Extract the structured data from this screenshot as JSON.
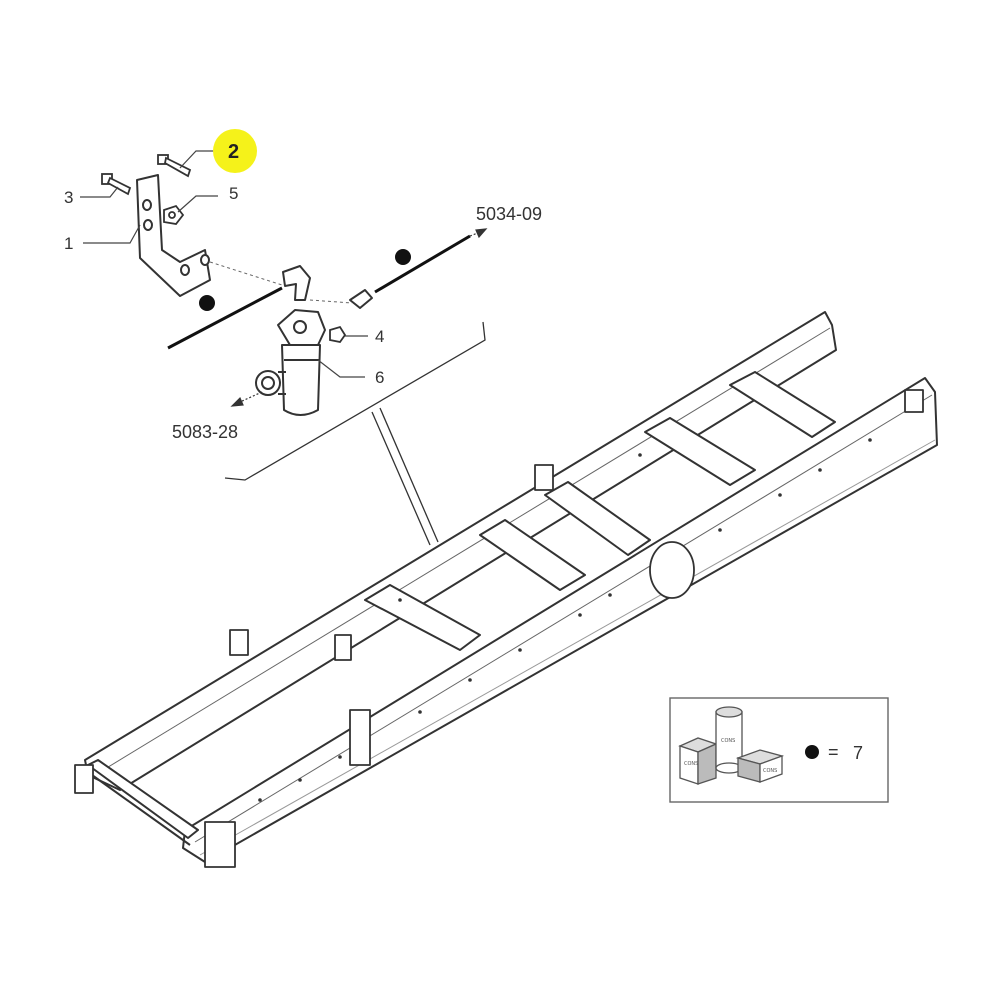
{
  "callouts": {
    "c1": "1",
    "c2": "2",
    "c3": "3",
    "c4": "4",
    "c5": "5",
    "c6": "6"
  },
  "refs": {
    "top_right": "5034-09",
    "bottom_left": "5083-28"
  },
  "legend": {
    "equals": "=",
    "value": "7",
    "pack_text": "CONS"
  },
  "colors": {
    "highlight": "#f5f21a",
    "line": "#333333",
    "wire": "#111111"
  }
}
